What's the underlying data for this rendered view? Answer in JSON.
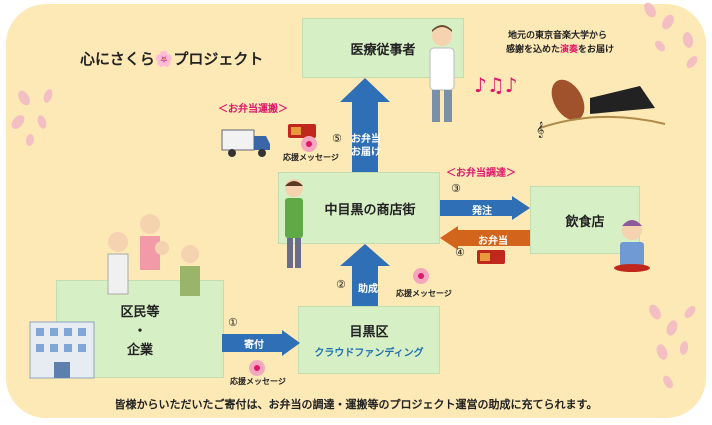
{
  "project_title": "心にさくら🌸プロジェクト",
  "boxes": {
    "medical": "医療従事者",
    "shopping_street": "中目黒の商店街",
    "restaurant": "飲食店",
    "donors": {
      "line1": "区民等",
      "line2": "・",
      "line3": "企業"
    },
    "meguro": {
      "title": "目黒区",
      "subtitle": "クラウドファンディング"
    }
  },
  "labels": {
    "bento_transport": "＜お弁当運搬＞",
    "bento_procure": "＜お弁当調達＞",
    "deliver": {
      "line1": "お弁当",
      "line2": "お届け"
    },
    "order": "発注",
    "bento": "お弁当",
    "grant": "助成",
    "donate": "寄付",
    "cheer_message": "応援メッセージ"
  },
  "steps": {
    "s1": "①",
    "s2": "②",
    "s3": "③",
    "s4": "④",
    "s5": "⑤"
  },
  "music_caption": {
    "line1": "地元の東京音楽大学から",
    "line2_pre": "感謝を込めた",
    "line2_em": "演奏",
    "line2_post": "をお届け"
  },
  "footer": "皆様からいただいたご寄付は、お弁当の調達・運搬等のプロジェクト運営の助成に充てられます。",
  "colors": {
    "background": "#fde9b6",
    "box": "#d6efc5",
    "arrow_blue": "#2f6fb5",
    "arrow_orange": "#d2651b",
    "accent_pink": "#e0186b"
  }
}
